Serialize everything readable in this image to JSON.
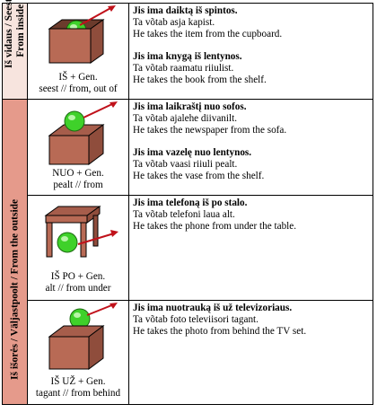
{
  "side_labels": {
    "inside": [
      "Iš vidaus / Seest /",
      "From inside"
    ],
    "outside": "Iš išorės / Väljastpoolt / From the outside"
  },
  "rows": [
    {
      "caption": [
        "IŠ + Gen.",
        "seest // from, out of"
      ],
      "icon": "box-with-ball-from-inside-icon",
      "examples": [
        {
          "lt": "Jis ima daiktą iš spintos.",
          "et": "Ta võtab asja kapist.",
          "en": "He takes the item from the cupboard."
        },
        {
          "lt": "Jis ima knygą iš lentynos.",
          "et": "Ta võtab raamatu riiulist.",
          "en": "He takes the book from the shelf."
        }
      ]
    },
    {
      "caption": [
        "NUO + Gen.",
        "pealt // from"
      ],
      "icon": "box-with-ball-on-top-icon",
      "examples": [
        {
          "lt": "Jis ima laikraštį nuo sofos.",
          "et": "Ta võtab ajalehe diivanilt.",
          "en": "He takes the newspaper from the sofa."
        },
        {
          "lt": "Jis ima vazelę nuo lentynos.",
          "et": "Ta võtab vaasi riiuli pealt.",
          "en": "He takes the vase from the shelf."
        }
      ]
    },
    {
      "caption": [
        "IŠ PO + Gen.",
        "alt // from under"
      ],
      "icon": "table-with-ball-under-icon",
      "examples": [
        {
          "lt": "Jis ima telefoną iš po stalo.",
          "et": "Ta võtab telefoni laua alt.",
          "en": "He takes the phone from under the table."
        }
      ]
    },
    {
      "caption": [
        "IŠ UŽ + Gen.",
        "tagant // from behind"
      ],
      "icon": "box-with-ball-behind-icon",
      "examples": [
        {
          "lt": "Jis ima nuotrauką iš už televizoriaus.",
          "et": "Ta võtab foto televiisori tagant.",
          "en": "He takes the photo from behind the TV set."
        }
      ]
    }
  ]
}
